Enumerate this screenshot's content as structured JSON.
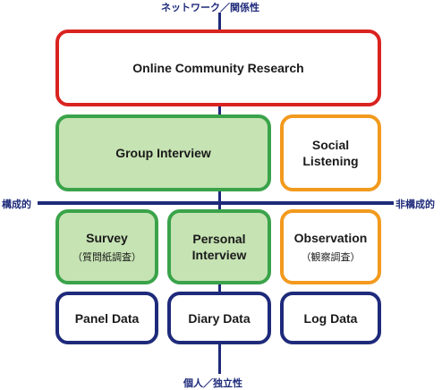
{
  "axes": {
    "top": "ネットワーク／関係性",
    "bottom": "個人／独立性",
    "left": "構成的",
    "right": "非構成的"
  },
  "boxes": {
    "online_community_research": {
      "label": "Online Community Research"
    },
    "group_interview": {
      "label": "Group Interview"
    },
    "social_listening": {
      "line1": "Social",
      "line2": "Listening"
    },
    "survey": {
      "label": "Survey",
      "sub": "（質問紙調査）"
    },
    "personal_interview": {
      "line1": "Personal",
      "line2": "Interview"
    },
    "observation": {
      "label": "Observation",
      "sub": "（観察調査）"
    },
    "panel_data": {
      "label": "Panel Data"
    },
    "diary_data": {
      "label": "Diary Data"
    },
    "log_data": {
      "label": "Log Data"
    }
  },
  "colors": {
    "axis": "#1e2a7a",
    "red_border": "#d9231f",
    "green_border": "#3aa34a",
    "green_fill": "#c6e3b3",
    "orange_border": "#f29a1e",
    "navy_border": "#1e2a7a"
  }
}
